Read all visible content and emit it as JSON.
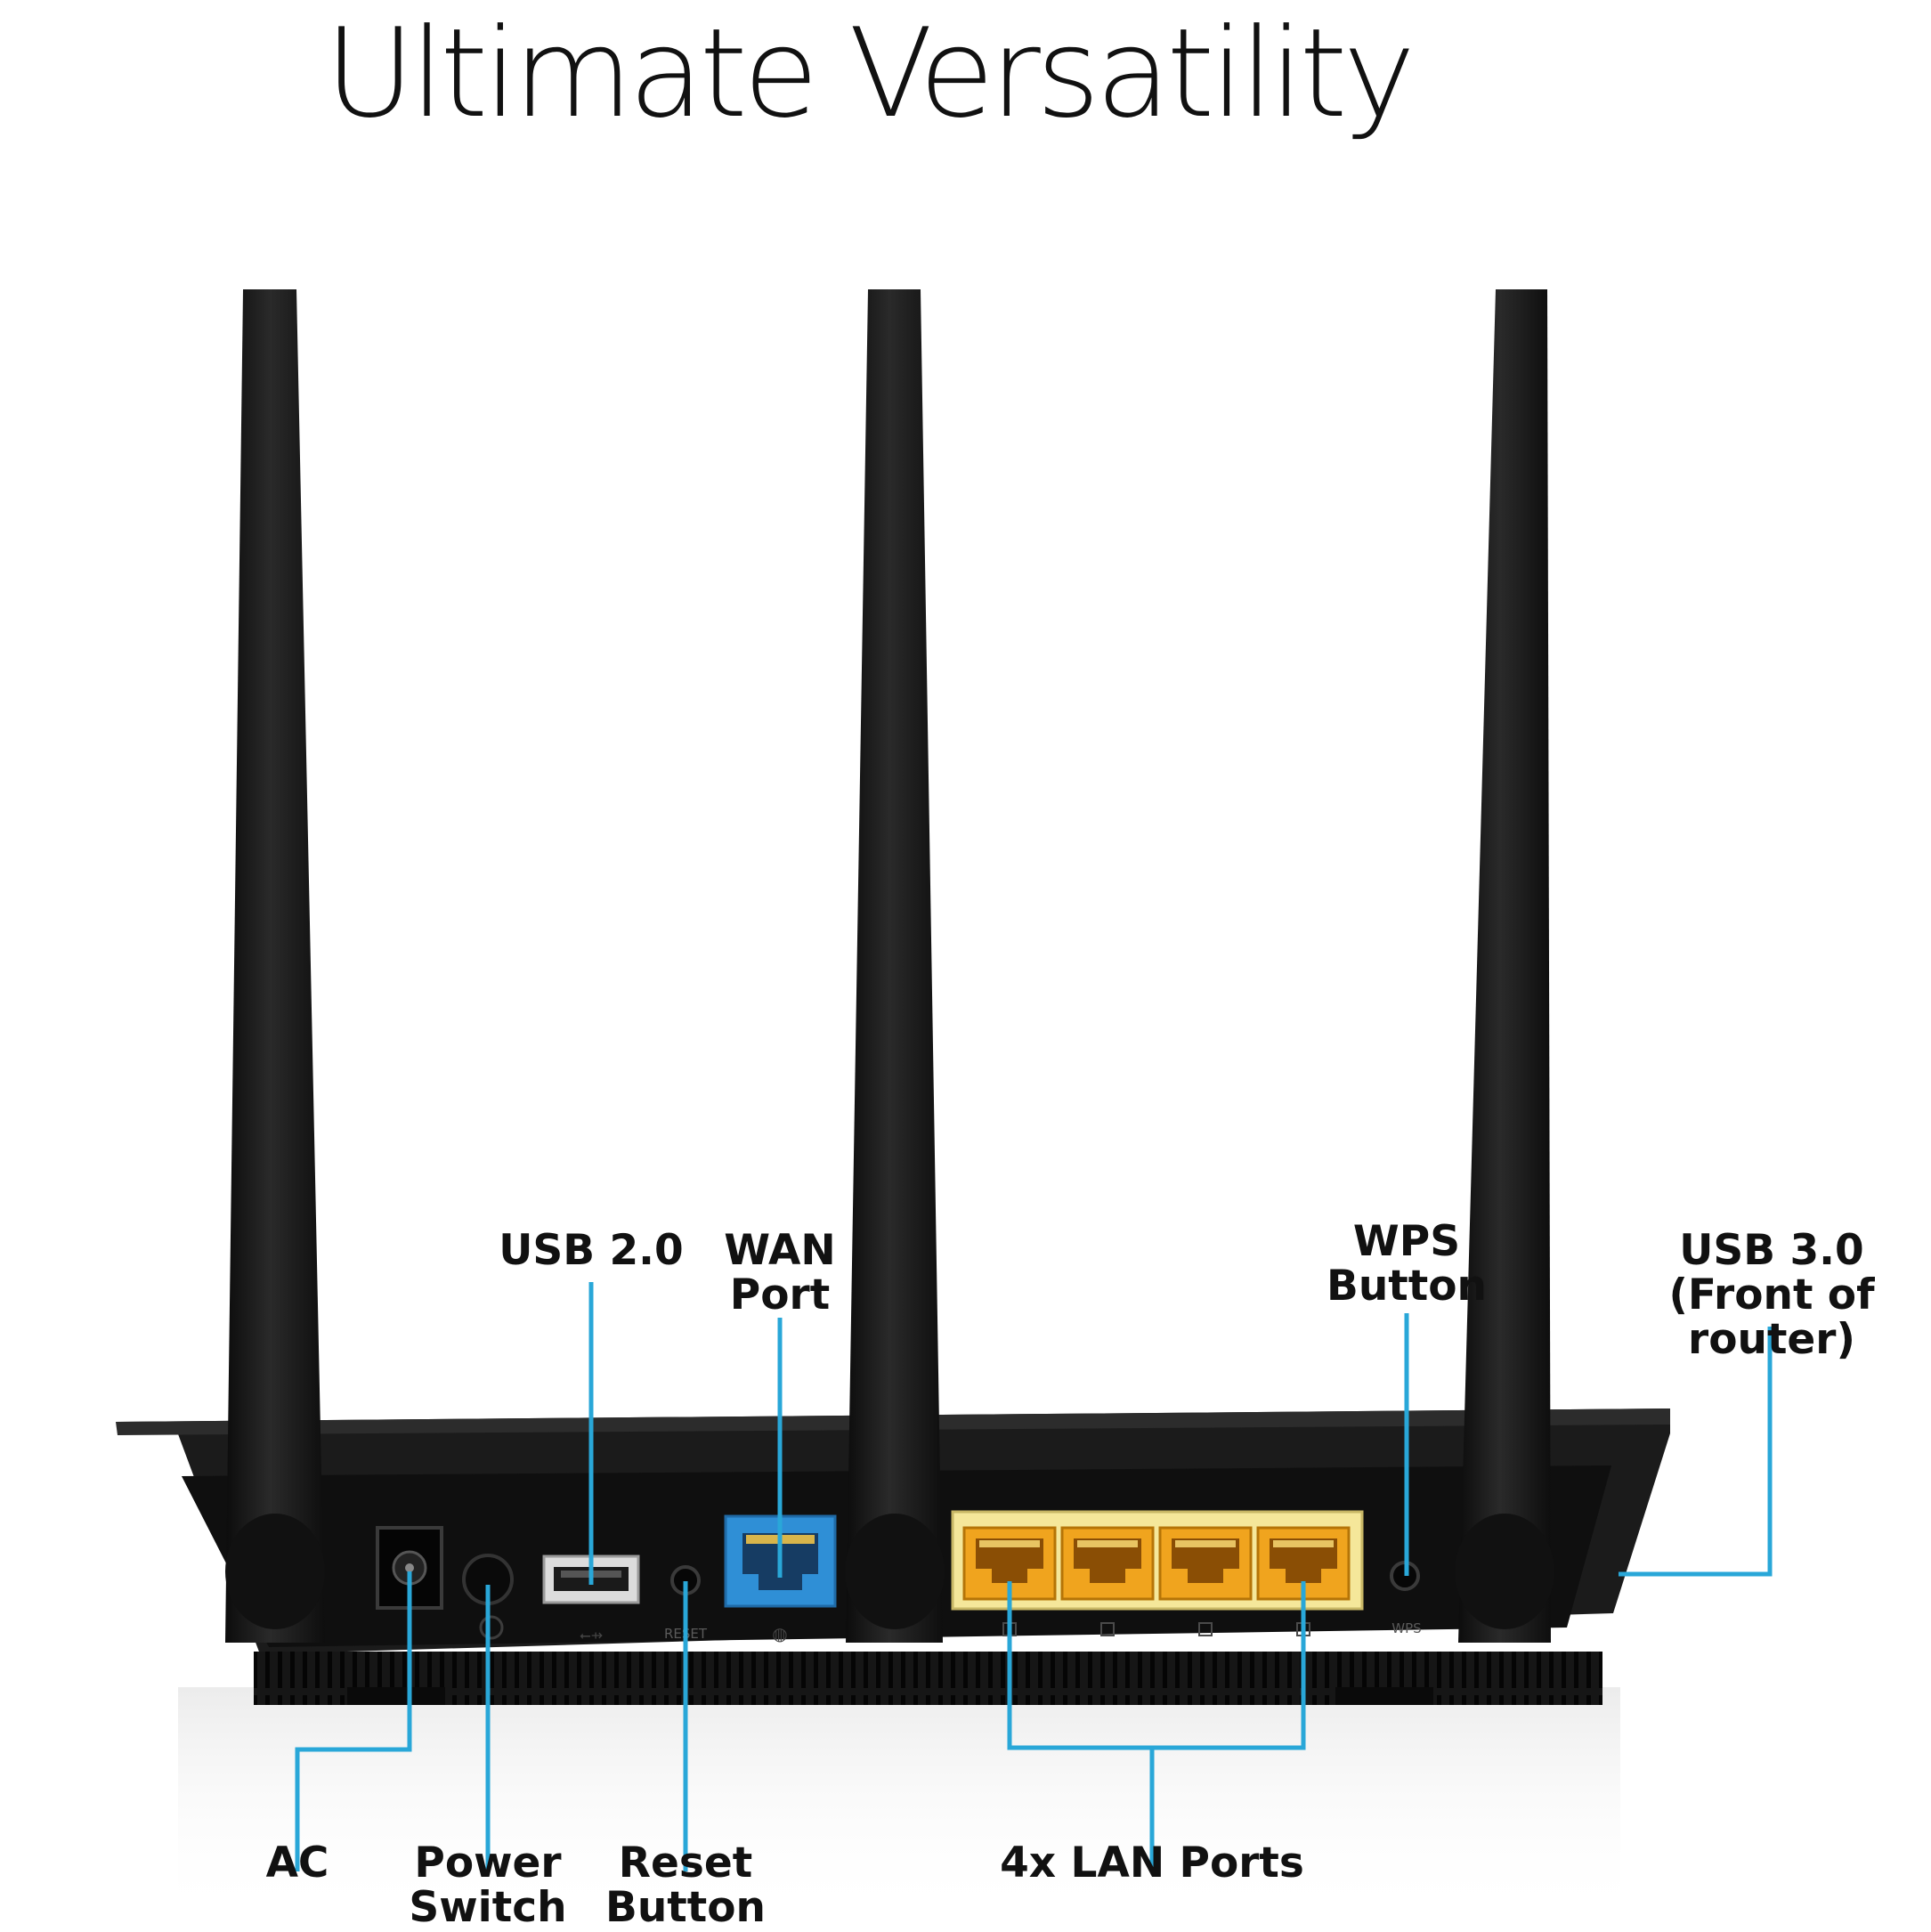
{
  "title": "Ultimate Versatility",
  "callouts": {
    "usb2": "USB 2.0",
    "wan": "WAN\nPort",
    "wps": "WPS\nButton",
    "usb3": "USB 3.0\n(Front of router)",
    "ac": "AC",
    "power": "Power\nSwitch",
    "reset": "Reset\nButton",
    "lan": "4x LAN Ports"
  },
  "panel_labels": {
    "reset": "RESET",
    "wps": "WPS"
  },
  "colors": {
    "callout_line": "#29a7d8",
    "router_body": "#1b1b1b",
    "wan_port": "#2f8fd6",
    "lan_panel": "#f5e79a",
    "lan_port": "#f0a41e"
  }
}
